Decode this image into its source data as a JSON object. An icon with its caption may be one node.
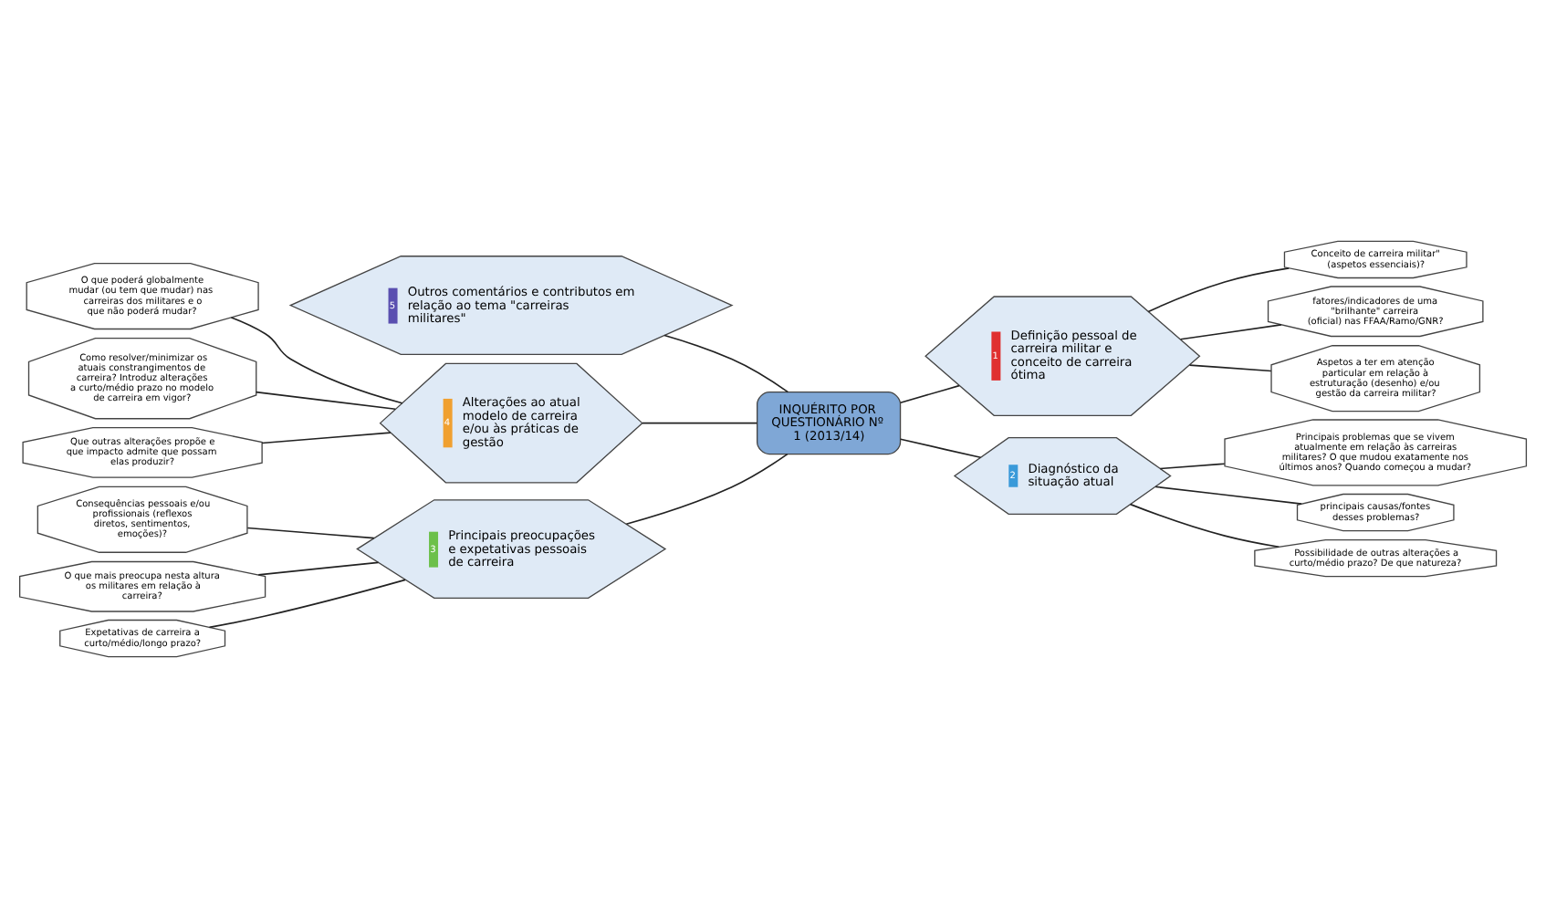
{
  "diagram": {
    "nodes": [
      {
        "text": [
          "INQUÉRITO POR QUESTIONÁRIO Nº 1 (2013/14)"
        ]
      },
      {
        "text": [
          "1",
          "Definição pessoal de carreira militar e conceito de carreira ótima"
        ]
      },
      {
        "text": [
          "Conceito de carreira militar\" (aspetos essenciais)?"
        ]
      },
      {
        "text": [
          "fatores/indicadores de uma \"brilhante\" carreira (oficial) nas FFAA/Ramo/GNR?"
        ]
      },
      {
        "text": [
          "Aspetos a ter em atenção particular em relação à estruturação (desenho) e/ou gestão da carreira militar?"
        ]
      },
      {
        "text": [
          "2",
          "Diagnóstico da situação atual"
        ]
      },
      {
        "text": [
          "Principais problemas que se vivem atualmente em relação às carreiras militares? O que mudou exatamente nos últimos anos? Quando começou a mudar?"
        ]
      },
      {
        "text": [
          "principais causas/fontes desses problemas?"
        ]
      },
      {
        "text": [
          "Possibilidade de outras alterações a curto/médio prazo? De que natureza?"
        ]
      },
      {
        "text": [
          "3",
          "Principais preocupações e expetativas pessoais de carreira"
        ]
      },
      {
        "text": [
          "Consequências pessoais e/ou profissionais (reflexos diretos, sentimentos, emoções)?"
        ]
      },
      {
        "text": [
          "O que mais preocupa nesta altura os militares em relação à carreira?"
        ]
      },
      {
        "text": [
          "Expetativas de carreira a curto/médio/longo prazo?"
        ]
      },
      {
        "text": [
          "4",
          "Alterações ao atual modelo de carreira e/ou às práticas de gestão"
        ]
      },
      {
        "text": [
          "O que poderá globalmente mudar (ou tem que mudar) nas carreiras dos militares e o que não poderá mudar?"
        ]
      },
      {
        "text": [
          "Como resolver/minimizar os atuais constrangimentos de carreira? Introduz alterações a curto/médio prazo no modelo de carreira em vigor?"
        ]
      },
      {
        "text": [
          "Que outras alterações propõe e que impacto admite que possam elas produzir?"
        ]
      },
      {
        "text": [
          "5",
          "Outros comentários e contributos em relação ao tema \"carreiras militares\""
        ]
      }
    ],
    "edges": [
      {
        "from": 0,
        "to": 1,
        "arrow": "none"
      },
      {
        "from": 1,
        "to": 2,
        "arrow": "none"
      },
      {
        "from": 1,
        "to": 3,
        "arrow": "none"
      },
      {
        "from": 1,
        "to": 4,
        "arrow": "none"
      },
      {
        "from": 0,
        "to": 5,
        "arrow": "none"
      },
      {
        "from": 5,
        "to": 6,
        "arrow": "none"
      },
      {
        "from": 5,
        "to": 7,
        "arrow": "none"
      },
      {
        "from": 5,
        "to": 8,
        "arrow": "none"
      },
      {
        "from": 0,
        "to": 9,
        "arrow": "none"
      },
      {
        "from": 9,
        "to": 10,
        "arrow": "none"
      },
      {
        "from": 9,
        "to": 11,
        "arrow": "none"
      },
      {
        "from": 9,
        "to": 12,
        "arrow": "none"
      },
      {
        "from": 0,
        "to": 13,
        "arrow": "none"
      },
      {
        "from": 13,
        "to": 14,
        "arrow": "none"
      },
      {
        "from": 13,
        "to": 15,
        "arrow": "none"
      },
      {
        "from": 13,
        "to": 16,
        "arrow": "none"
      },
      {
        "from": 0,
        "to": 17,
        "arrow": "none"
      }
    ]
  }
}
